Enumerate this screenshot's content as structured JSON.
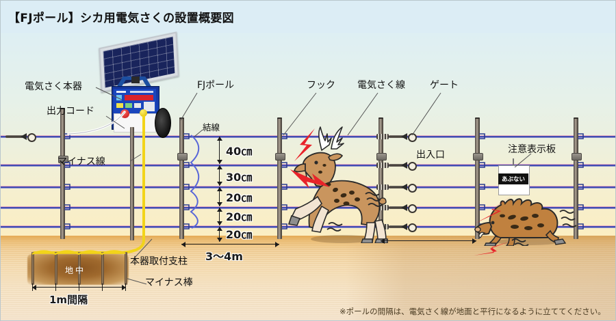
{
  "title": "【FJポール】シカ用電気さくの設置概要図",
  "footnote": "※ポールの間隔は、電気さく線が地面と平行になるように立ててください。",
  "labels": {
    "energizer": "電気さく本器",
    "output_cord": "出力コード",
    "minus_line": "マイナス線",
    "fj_pole": "FJポール",
    "wire_connection": "結線",
    "hook": "フック",
    "fence_wire": "電気さく線",
    "gate": "ゲート",
    "entrance": "出入口",
    "warning_board": "注意表示板",
    "mount_post": "本器取付支柱",
    "minus_rod": "マイナス棒",
    "underground": "地中"
  },
  "dimensions": {
    "wire_gaps": [
      "40㎝",
      "30㎝",
      "20㎝",
      "20㎝",
      "20㎝"
    ],
    "pole_spacing": "3～4m",
    "rod_spacing": "1m間隔"
  },
  "sign": {
    "text": "あぶない"
  },
  "colors": {
    "wire": "#3c46ae",
    "wire_halo": "#e9a9bd",
    "energizer_blue": "#1740b4",
    "bolt_red": "#e8232a",
    "ground_tan": "#f2cf96",
    "soil_brown": "#a06a2e",
    "sky_top": "#dcedf5",
    "cord_yellow": "#f2d41a"
  },
  "icons": {
    "solar_panel": "solar-panel-icon",
    "deer": "deer-icon",
    "boar": "wild-boar-icon",
    "lightning": "lightning-bolt-icon"
  }
}
